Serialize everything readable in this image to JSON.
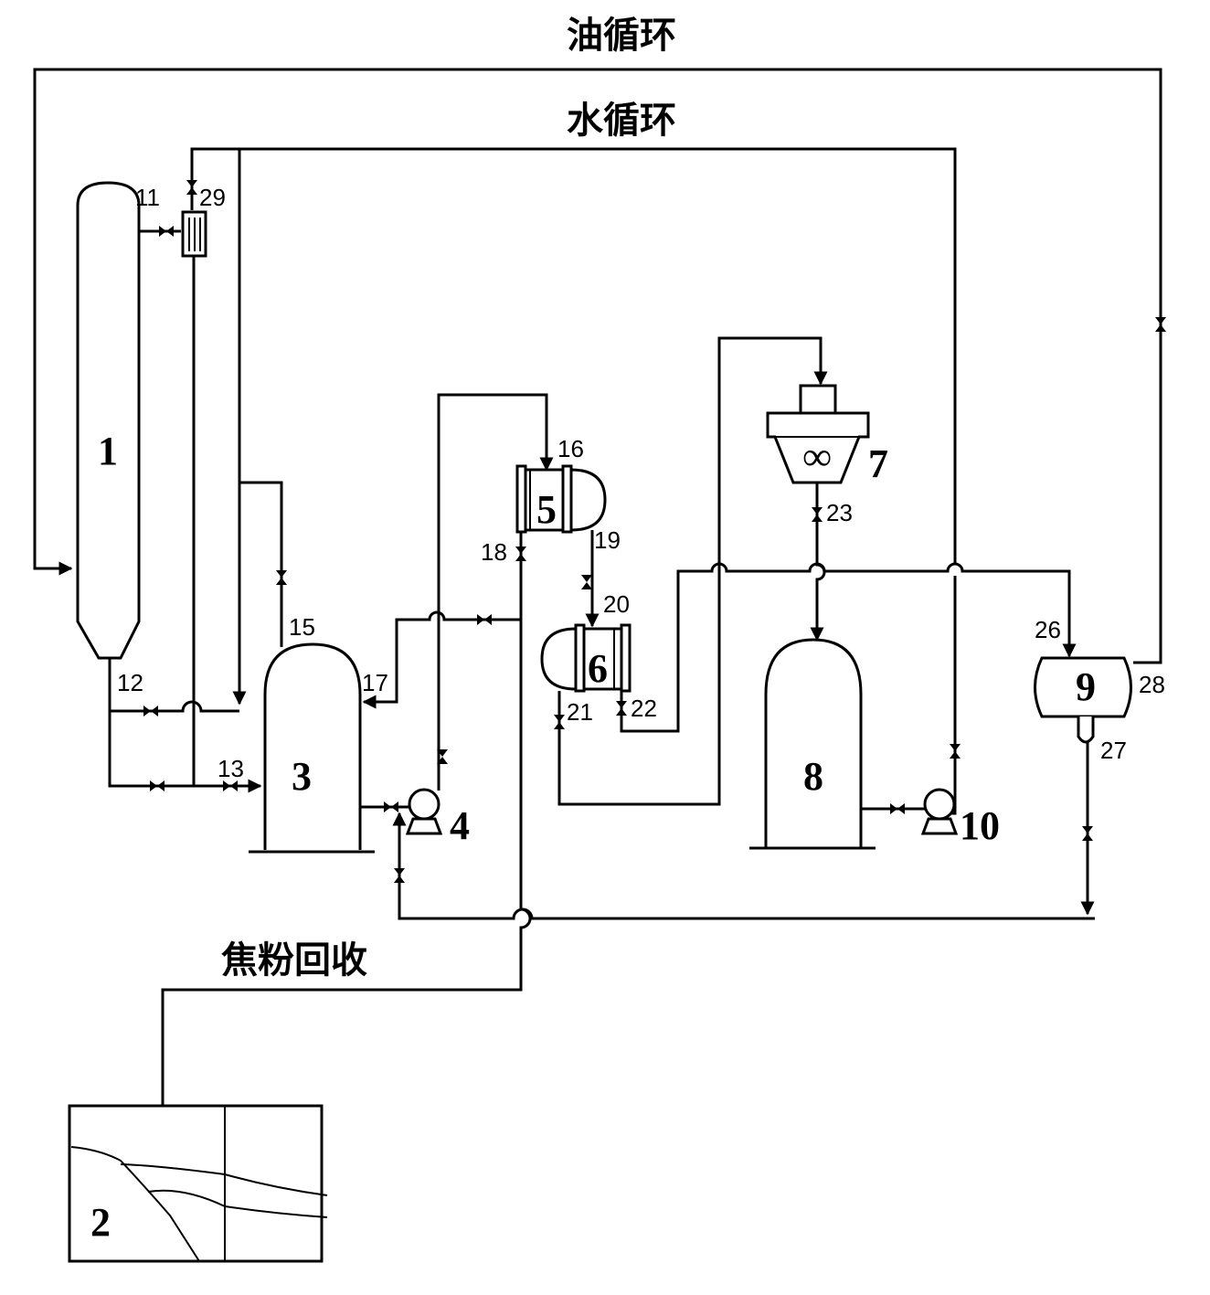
{
  "labels": {
    "oil_cycle": "油循环",
    "water_cycle": "水循环",
    "coke_recovery": "焦粉回收"
  },
  "equipment": [
    "1",
    "2",
    "3",
    "4",
    "5",
    "6",
    "7",
    "8",
    "9",
    "10"
  ],
  "streams": [
    "11",
    "12",
    "13",
    "15",
    "16",
    "17",
    "18",
    "19",
    "20",
    "21",
    "22",
    "23",
    "26",
    "27",
    "28",
    "29"
  ],
  "icons": {
    "mixer_symbol": "∞"
  }
}
